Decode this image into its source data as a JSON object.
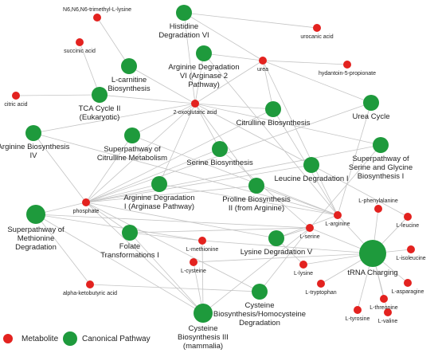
{
  "colors": {
    "metabolite": "#e3221f",
    "pathway": "#1e9a3c",
    "edge": "#c4c4c4",
    "text": "#222222"
  },
  "legend": {
    "metabolite": "Metabolite",
    "pathway": "Canonical Pathway"
  },
  "nodes": [
    {
      "id": "n6",
      "type": "metabolite",
      "label": [
        "N6,N6,N6-trimethyl-L-lysine"
      ]
    },
    {
      "id": "succinic",
      "type": "metabolite",
      "label": [
        "succinic acid"
      ]
    },
    {
      "id": "citric",
      "type": "metabolite",
      "label": [
        "citric acid"
      ]
    },
    {
      "id": "urocanic",
      "type": "metabolite",
      "label": [
        "urocanic acid"
      ]
    },
    {
      "id": "urea",
      "type": "metabolite",
      "label": [
        "urea"
      ]
    },
    {
      "id": "hydantoin",
      "type": "metabolite",
      "label": [
        "hydantoin-5-propionate"
      ]
    },
    {
      "id": "oxo",
      "type": "metabolite",
      "label": [
        "2-oxoglutaric acid"
      ]
    },
    {
      "id": "phosphate",
      "type": "metabolite",
      "label": [
        "phosphate"
      ]
    },
    {
      "id": "larg",
      "type": "metabolite",
      "label": [
        "L-arginine"
      ]
    },
    {
      "id": "lphe",
      "type": "metabolite",
      "label": [
        "L-phenylalanine"
      ]
    },
    {
      "id": "lleu",
      "type": "metabolite",
      "label": [
        "L-leucine"
      ]
    },
    {
      "id": "lser",
      "type": "metabolite",
      "label": [
        "L-serine"
      ]
    },
    {
      "id": "lmet",
      "type": "metabolite",
      "label": [
        "L-methionine"
      ]
    },
    {
      "id": "lcys",
      "type": "metabolite",
      "label": [
        "L-cysteine"
      ]
    },
    {
      "id": "lile",
      "type": "metabolite",
      "label": [
        "L-isoleucine"
      ]
    },
    {
      "id": "llys",
      "type": "metabolite",
      "label": [
        "L-lysine"
      ]
    },
    {
      "id": "ltrp",
      "type": "metabolite",
      "label": [
        "L-tryptophan"
      ]
    },
    {
      "id": "lasn",
      "type": "metabolite",
      "label": [
        "L-asparagine"
      ]
    },
    {
      "id": "ltyr",
      "type": "metabolite",
      "label": [
        "L-tyrosine"
      ]
    },
    {
      "id": "lval",
      "type": "metabolite",
      "label": [
        "L-valine"
      ]
    },
    {
      "id": "lthr",
      "type": "metabolite",
      "label": [
        "L-threonine"
      ]
    },
    {
      "id": "alpha",
      "type": "metabolite",
      "label": [
        "alpha-ketobutyric acid"
      ]
    },
    {
      "id": "hist",
      "type": "pathway",
      "label": [
        "Histidine",
        "Degradation VI"
      ]
    },
    {
      "id": "argdeg6",
      "type": "pathway",
      "label": [
        "Arginine Degradation",
        "VI (Arginase 2",
        "Pathway)"
      ]
    },
    {
      "id": "lcarn",
      "type": "pathway",
      "label": [
        "L-carnitine",
        "Biosynthesis"
      ]
    },
    {
      "id": "tca",
      "type": "pathway",
      "label": [
        "TCA Cycle II",
        "(Eukaryotic)"
      ]
    },
    {
      "id": "citrbio",
      "type": "pathway",
      "label": [
        "Citrulline Biosynthesis"
      ]
    },
    {
      "id": "ureacyc",
      "type": "pathway",
      "label": [
        "Urea Cycle"
      ]
    },
    {
      "id": "supcit",
      "type": "pathway",
      "label": [
        "Superpathway of",
        "Citrulline Metabolism"
      ]
    },
    {
      "id": "serbio",
      "type": "pathway",
      "label": [
        "Serine Biosynthesis"
      ]
    },
    {
      "id": "supser",
      "type": "pathway",
      "label": [
        "Superpathway of",
        "Serine and Glycine",
        "Biosynthesis I"
      ]
    },
    {
      "id": "argbio4",
      "type": "pathway",
      "label": [
        "Arginine Biosynthesis",
        "IV"
      ]
    },
    {
      "id": "leudeg",
      "type": "pathway",
      "label": [
        "Leucine Degradation I"
      ]
    },
    {
      "id": "argdeg1",
      "type": "pathway",
      "label": [
        "Arginine Degradation",
        "I (Arginase Pathway)"
      ]
    },
    {
      "id": "probio",
      "type": "pathway",
      "label": [
        "Proline Biosynthesis",
        "II (from Arginine)"
      ]
    },
    {
      "id": "supmet",
      "type": "pathway",
      "label": [
        "Superpathway of",
        "Methionine",
        "Degradation"
      ]
    },
    {
      "id": "folate",
      "type": "pathway",
      "label": [
        "Folate",
        "Transformations I"
      ]
    },
    {
      "id": "lysdeg",
      "type": "pathway",
      "label": [
        "Lysine Degradation V"
      ]
    },
    {
      "id": "trna",
      "type": "pathway",
      "label": [
        "tRNA Charging"
      ]
    },
    {
      "id": "cysbio",
      "type": "pathway",
      "label": [
        "Cysteine",
        "Biosynthesis/Homocysteine",
        "Degradation"
      ]
    },
    {
      "id": "cysbio3",
      "type": "pathway",
      "label": [
        "Cysteine",
        "Biosynthesis III",
        "(mammalia)"
      ]
    }
  ],
  "edges": [
    [
      "n6",
      "lcarn"
    ],
    [
      "succinic",
      "tca"
    ],
    [
      "citric",
      "tca"
    ],
    [
      "hist",
      "urocanic"
    ],
    [
      "hist",
      "urea"
    ],
    [
      "hist",
      "oxo"
    ],
    [
      "argdeg6",
      "urea"
    ],
    [
      "argdeg6",
      "oxo"
    ],
    [
      "argdeg6",
      "larg"
    ],
    [
      "urea",
      "hydantoin"
    ],
    [
      "urea",
      "citrbio"
    ],
    [
      "urea",
      "ureacyc"
    ],
    [
      "urea",
      "larg"
    ],
    [
      "urea",
      "oxo"
    ],
    [
      "lcarn",
      "oxo"
    ],
    [
      "tca",
      "oxo"
    ],
    [
      "oxo",
      "citrbio"
    ],
    [
      "oxo",
      "serbio"
    ],
    [
      "oxo",
      "supcit"
    ],
    [
      "oxo",
      "argbio4"
    ],
    [
      "oxo",
      "phosphate"
    ],
    [
      "oxo",
      "leudeg"
    ],
    [
      "oxo",
      "probio"
    ],
    [
      "oxo",
      "argdeg1"
    ],
    [
      "oxo",
      "supser"
    ],
    [
      "citrbio",
      "phosphate"
    ],
    [
      "citrbio",
      "larg"
    ],
    [
      "ureacyc",
      "phosphate"
    ],
    [
      "ureacyc",
      "larg"
    ],
    [
      "supcit",
      "phosphate"
    ],
    [
      "supcit",
      "larg"
    ],
    [
      "supser",
      "phosphate"
    ],
    [
      "supser",
      "lser"
    ],
    [
      "serbio",
      "phosphate"
    ],
    [
      "serbio",
      "lser"
    ],
    [
      "argbio4",
      "phosphate"
    ],
    [
      "argbio4",
      "larg"
    ],
    [
      "phosphate",
      "argdeg1"
    ],
    [
      "phosphate",
      "probio"
    ],
    [
      "phosphate",
      "leudeg"
    ],
    [
      "phosphate",
      "supmet"
    ],
    [
      "phosphate",
      "folate"
    ],
    [
      "phosphate",
      "lysdeg"
    ],
    [
      "phosphate",
      "cysbio"
    ],
    [
      "phosphate",
      "cysbio3"
    ],
    [
      "argdeg1",
      "larg"
    ],
    [
      "probio",
      "larg"
    ],
    [
      "leudeg",
      "lleu"
    ],
    [
      "supmet",
      "lmet"
    ],
    [
      "supmet",
      "lser"
    ],
    [
      "supmet",
      "alpha"
    ],
    [
      "supmet",
      "cysbio3"
    ],
    [
      "folate",
      "lser"
    ],
    [
      "folate",
      "lmet"
    ],
    [
      "folate",
      "cysbio3"
    ],
    [
      "lysdeg",
      "llys"
    ],
    [
      "lysdeg",
      "lser"
    ],
    [
      "lysdeg",
      "larg"
    ],
    [
      "lmet",
      "cysbio3"
    ],
    [
      "lcys",
      "cysbio3"
    ],
    [
      "lser",
      "cysbio"
    ],
    [
      "cysbio3",
      "lser"
    ],
    [
      "alpha",
      "cysbio"
    ],
    [
      "trna",
      "larg"
    ],
    [
      "trna",
      "lphe"
    ],
    [
      "trna",
      "lleu"
    ],
    [
      "trna",
      "lser"
    ],
    [
      "trna",
      "lmet"
    ],
    [
      "trna",
      "lcys"
    ],
    [
      "trna",
      "lile"
    ],
    [
      "trna",
      "llys"
    ],
    [
      "trna",
      "ltrp"
    ],
    [
      "trna",
      "lasn"
    ],
    [
      "trna",
      "ltyr"
    ],
    [
      "trna",
      "lval"
    ],
    [
      "trna",
      "lthr"
    ]
  ]
}
